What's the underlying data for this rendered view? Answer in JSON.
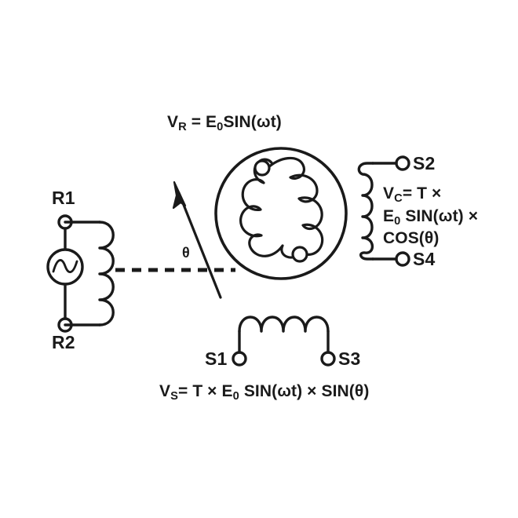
{
  "diagram": {
    "title_formula": "V_R = E_0 SIN(wt)",
    "type": "resolver-synchro-schematic",
    "stroke_color": "#1a1a1a",
    "background_color": "#ffffff",
    "line_width": 3.2
  },
  "rotor": {
    "excitation_formula": {
      "var": "V",
      "sub": "R",
      "eq": "=",
      "rest": "E",
      "rest_sub": "0",
      "tail": "SIN(ωt)",
      "full": "VR = E0 SIN(ωt)"
    },
    "terminals": [
      {
        "id": "r1",
        "label": "R1"
      },
      {
        "id": "r2",
        "label": "R2"
      }
    ],
    "source_icon": "ac-source-icon",
    "angle_label": "θ"
  },
  "stator_cos": {
    "terminals": [
      {
        "id": "s2",
        "label": "S2"
      },
      {
        "id": "s4",
        "label": "S4"
      }
    ],
    "formula_lines": [
      {
        "var": "V",
        "sub": "C",
        "text": "= T ×"
      },
      {
        "var": "E",
        "sub": "0",
        "text": "SIN(ωt) ×"
      },
      {
        "var": "",
        "sub": "",
        "text": "COS(θ)"
      }
    ],
    "formula_plain": "VC = T × E0 SIN(ωt) × COS(θ)"
  },
  "stator_sin": {
    "terminals": [
      {
        "id": "s1",
        "label": "S1"
      },
      {
        "id": "s3",
        "label": "S3"
      }
    ],
    "formula": {
      "var": "V",
      "sub": "S",
      "text": "= T × E",
      "sub2": "0",
      "tail": "SIN(ωt) × SIN(θ)"
    },
    "formula_plain": "VS = T × E0 SIN(ωt) × SIN(θ)"
  }
}
